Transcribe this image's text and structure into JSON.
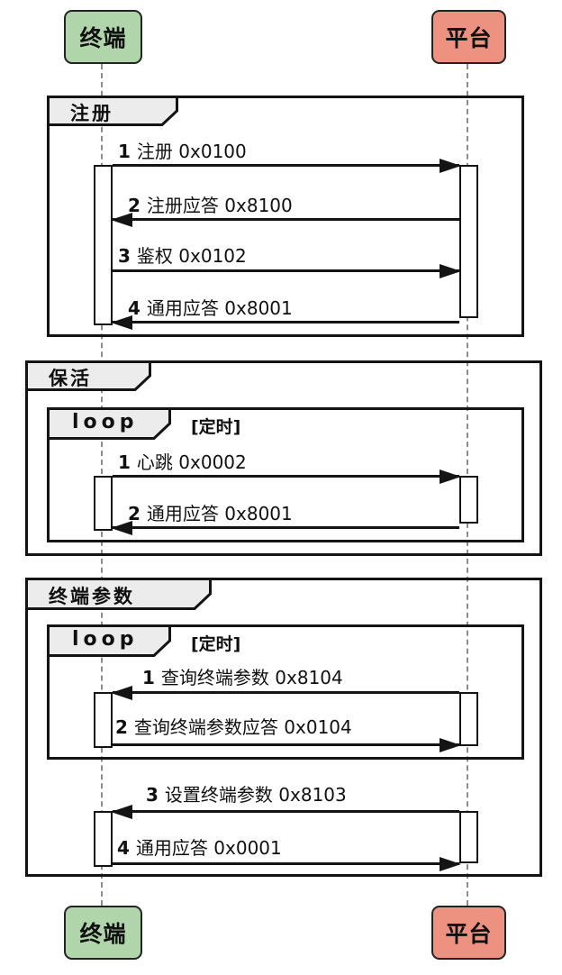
{
  "colors": {
    "terminal_fill": "#b1d5ab",
    "platform_fill": "#ed9180",
    "frame_border": "#141414",
    "tab_fill": "#ececec",
    "lifeline": "#8c8c8c"
  },
  "participants": {
    "terminal": {
      "label": "终端"
    },
    "platform": {
      "label": "平台"
    }
  },
  "frames": [
    {
      "title": "注册",
      "messages": [
        {
          "seq": "1",
          "text": "注册 0x0100",
          "dir": "right"
        },
        {
          "seq": "2",
          "text": "注册应答 0x8100",
          "dir": "left"
        },
        {
          "seq": "3",
          "text": "鉴权 0x0102",
          "dir": "right"
        },
        {
          "seq": "4",
          "text": "通用应答 0x8001",
          "dir": "left"
        }
      ]
    },
    {
      "title": "保活",
      "loop": {
        "label": "loop",
        "guard": "[定时]",
        "messages": [
          {
            "seq": "1",
            "text": "心跳 0x0002",
            "dir": "right"
          },
          {
            "seq": "2",
            "text": "通用应答 0x8001",
            "dir": "left"
          }
        ]
      }
    },
    {
      "title": "终端参数",
      "loop": {
        "label": "loop",
        "guard": "[定时]",
        "messages": [
          {
            "seq": "1",
            "text": "查询终端参数 0x8104",
            "dir": "left"
          },
          {
            "seq": "2",
            "text": "查询终端参数应答 0x0104",
            "dir": "right"
          }
        ]
      },
      "messages": [
        {
          "seq": "3",
          "text": "设置终端参数 0x8103",
          "dir": "left"
        },
        {
          "seq": "4",
          "text": "通用应答 0x0001",
          "dir": "right"
        }
      ]
    }
  ]
}
